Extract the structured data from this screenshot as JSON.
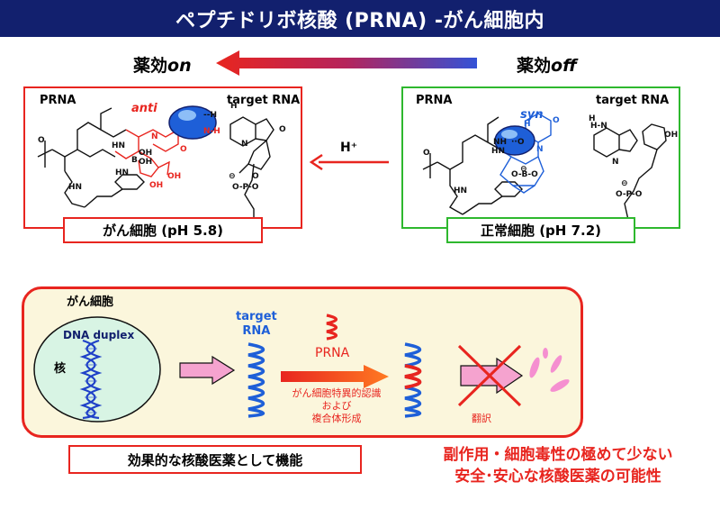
{
  "title": "ペプチドリボ核酸 (PRNA) -がん細胞内",
  "top": {
    "left_label_prefix": "薬効",
    "left_label_suffix": "on",
    "right_label_prefix": "薬効",
    "right_label_suffix": "off"
  },
  "left_panel": {
    "prna_label": "PRNA",
    "target_label": "target RNA",
    "conformation": "anti",
    "caption": "がん細胞 (pH 5.8)",
    "border_color": "#e8251f"
  },
  "right_panel": {
    "prna_label": "PRNA",
    "target_label": "target RNA",
    "conformation": "syn",
    "caption": "正常細胞 (pH 7.2)",
    "border_color": "#2eb82e"
  },
  "middle_arrow_label": "H⁺",
  "bottom_panel": {
    "cell_label": "がん細胞",
    "nucleus_dna_label": "DNA duplex",
    "nucleus_label": "核",
    "target_rna_line1": "target",
    "target_rna_line2": "RNA",
    "prna_label": "PRNA",
    "recognition_line1": "がん細胞特異的認識",
    "recognition_line2": "および",
    "recognition_line3": "複合体形成",
    "translation_label": "翻訳"
  },
  "bottom_caption": "効果的な核酸医薬として機能",
  "conclusion_line1": "副作用・細胞毒性の極めて少ない",
  "conclusion_line2": "安全･安心な核酸医薬の可能性",
  "colors": {
    "navy": "#12206e",
    "red": "#e8251f",
    "green": "#2eb82e",
    "blue": "#1e5fd8",
    "pink": "#f5a3cf",
    "cell_fill": "#fbf6dc",
    "nucleus_fill": "#d8f4e4"
  },
  "icons": [
    "left-gradient-arrow-icon",
    "proton-arrow-icon",
    "helix-icon",
    "x-mark-icon",
    "protein-fragment-icon"
  ]
}
